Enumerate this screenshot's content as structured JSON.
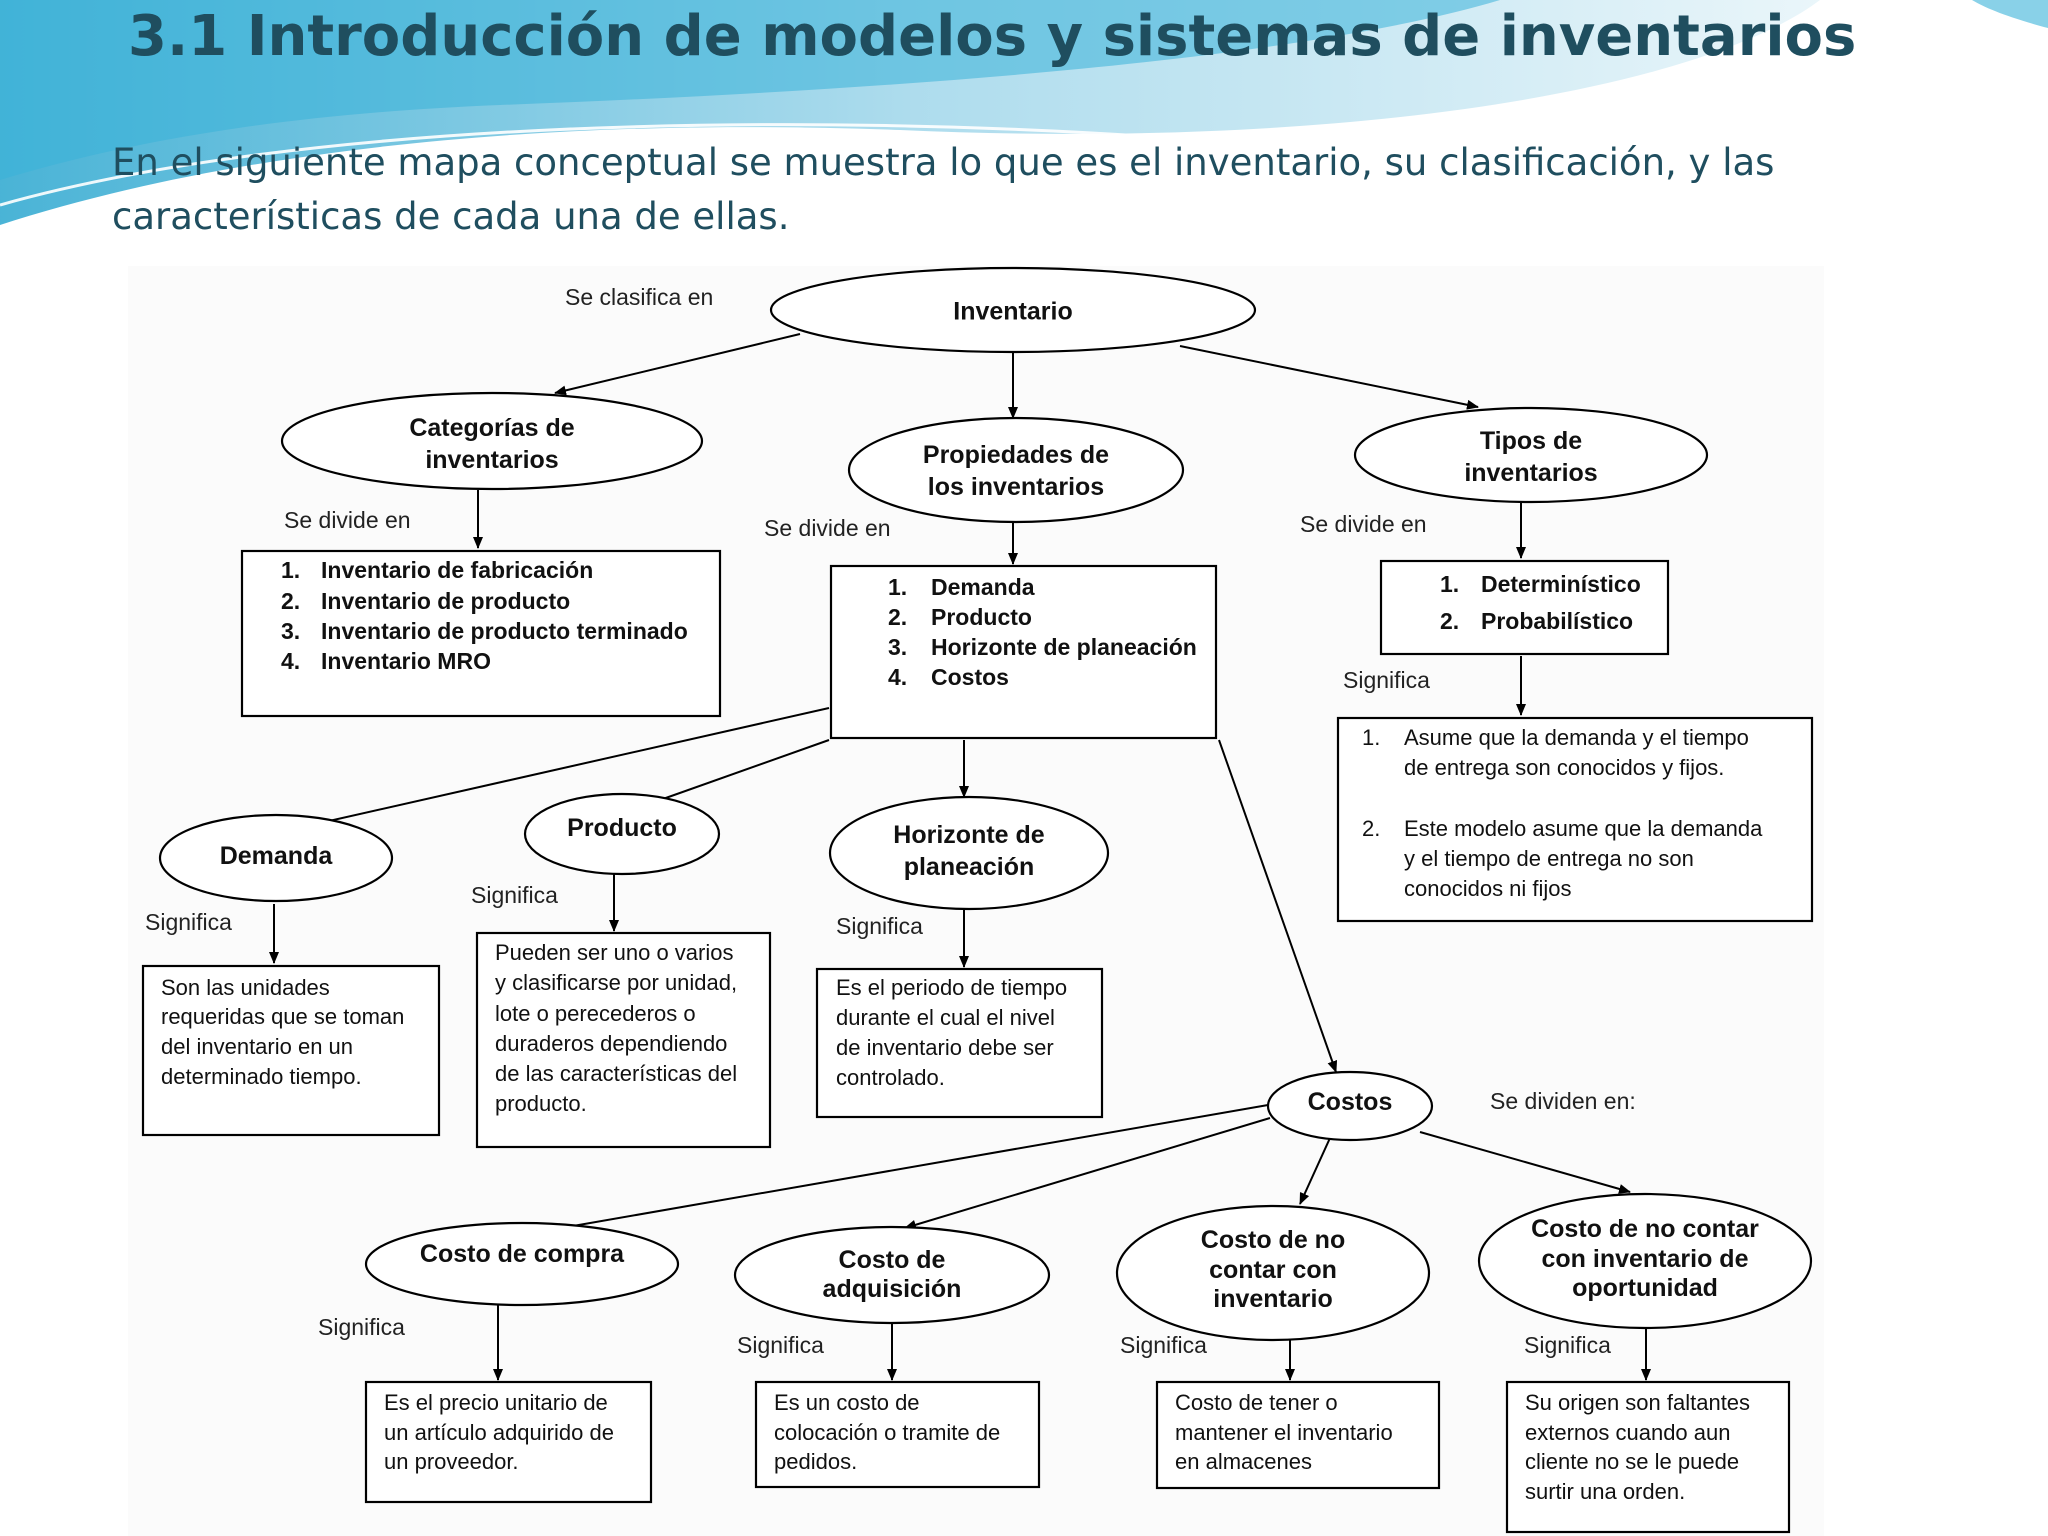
{
  "slide": {
    "title": "3.1 Introducción de modelos y sistemas de inventarios",
    "subtitle": "En el siguiente mapa conceptual se muestra lo que es el inventario, su clasificación, y las características de cada una de ellas."
  },
  "colors": {
    "title": "#1f4e5f",
    "wave_light": "#bfe6f2",
    "wave_dark": "#2aa6cf"
  },
  "concept_map": {
    "root": "Inventario",
    "root_link": "Se clasifica en",
    "categorias": {
      "node": [
        "Categorías de",
        "inventarios"
      ],
      "link": "Se divide en",
      "items": [
        "Inventario de fabricación",
        "Inventario de producto",
        "Inventario de producto terminado",
        "Inventario MRO"
      ]
    },
    "propiedades": {
      "node": [
        "Propiedades de",
        "los inventarios"
      ],
      "link": "Se divide en",
      "items": [
        "Demanda",
        "Producto",
        "Horizonte de planeación",
        "Costos"
      ]
    },
    "tipos": {
      "node": [
        "Tipos de",
        "inventarios"
      ],
      "link": "Se divide en",
      "items": [
        "Determinístico",
        "Probabilístico"
      ],
      "significa_link": "Significa",
      "significa_items": [
        [
          "Asume que la demanda y el tiempo",
          "de entrega son conocidos y fijos."
        ],
        [
          "Este modelo asume que la demanda",
          "y el tiempo de entrega no son",
          "conocidos ni fijos"
        ]
      ]
    },
    "demanda": {
      "node": "Demanda",
      "link": "Significa",
      "text": [
        "Son las unidades",
        "requeridas que se toman",
        "del inventario en un",
        "determinado tiempo."
      ]
    },
    "producto": {
      "node": "Producto",
      "link": "Significa",
      "text": [
        "Pueden ser uno o varios",
        "y clasificarse por unidad,",
        "lote o perecederos o",
        "duraderos dependiendo",
        "de las características del",
        "producto."
      ]
    },
    "horizonte": {
      "node": [
        "Horizonte de",
        "planeación"
      ],
      "link": "Significa",
      "text": [
        "Es el periodo de tiempo",
        "durante el cual el nivel",
        "de inventario debe ser",
        "controlado."
      ]
    },
    "costos": {
      "node": "Costos",
      "link": "Se dividen en:",
      "compra": {
        "node": [
          "Costo de compra"
        ],
        "link": "Significa",
        "text": [
          "Es el precio unitario de",
          "un artículo adquirido de",
          "un proveedor."
        ]
      },
      "adquisicion": {
        "node": [
          "Costo de",
          "adquisición"
        ],
        "link": "Significa",
        "text": [
          "Es un costo de",
          "colocación o tramite de",
          "pedidos."
        ]
      },
      "no_contar": {
        "node": [
          "Costo de no",
          "contar con",
          "inventario"
        ],
        "link": "Significa",
        "text": [
          "Costo de tener o",
          "mantener el inventario",
          "en almacenes"
        ]
      },
      "oportunidad": {
        "node": [
          "Costo de no contar",
          "con inventario de",
          "oportunidad"
        ],
        "link": "Significa",
        "text": [
          "Su origen son faltantes",
          "externos cuando aun",
          "cliente no se le puede",
          "surtir una orden."
        ]
      }
    }
  }
}
